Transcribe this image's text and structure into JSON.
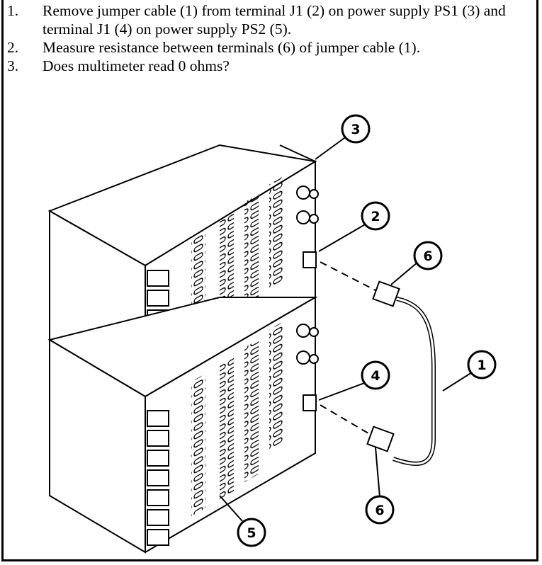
{
  "steps": [
    {
      "num": "1.",
      "text": "Remove jumper cable (1) from terminal J1 (2) on power supply PS1 (3) and terminal J1 (4) on power supply PS2 (5)."
    },
    {
      "num": "2.",
      "text": "Measure resistance between terminals (6) of jumper cable (1)."
    },
    {
      "num": "3.",
      "text": "Does multimeter read 0 ohms?"
    }
  ],
  "callouts": {
    "c1": "1",
    "c2": "2",
    "c3": "3",
    "c4": "4",
    "c5": "5",
    "c6a": "6",
    "c6b": "6"
  }
}
